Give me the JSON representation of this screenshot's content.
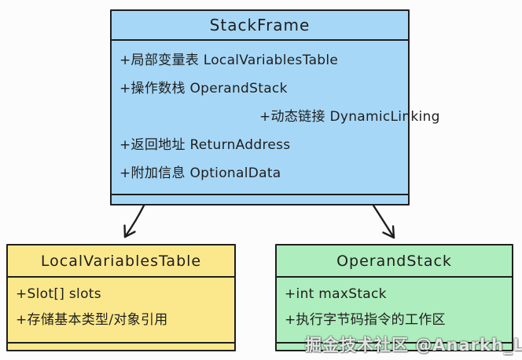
{
  "diagram": {
    "background": "#fcfcfc",
    "colors": {
      "border": "#1e1e1e",
      "text": "#1e1e1e",
      "stackframe_fill": "#a7d7f6",
      "localvariables_fill": "#fce88c",
      "operandstack_fill": "#aeedbd"
    },
    "classes": {
      "stackframe": {
        "title": "StackFrame",
        "fields": [
          {
            "text": "+局部变量表 LocalVariablesTable"
          },
          {
            "text": "+操作数栈 OperandStack"
          },
          {
            "text": "+动态链接 DynamicLinking"
          },
          {
            "text": "+返回地址 ReturnAddress"
          },
          {
            "text": "+附加信息 OptionalData"
          }
        ]
      },
      "localvariables": {
        "title": "LocalVariablesTable",
        "fields": [
          {
            "text": "+Slot[] slots"
          },
          {
            "text": "+存储基本类型/对象引用"
          }
        ]
      },
      "operandstack": {
        "title": "OperandStack",
        "fields": [
          {
            "text": "+int maxStack"
          },
          {
            "text": "+执行字节码指令的工作区"
          }
        ]
      }
    },
    "arrows": [
      {
        "from": "StackFrame",
        "to": "LocalVariablesTable"
      },
      {
        "from": "StackFrame",
        "to": "OperandStack"
      }
    ],
    "watermark": "掘金技术社区 @Anarkh_Lee"
  }
}
